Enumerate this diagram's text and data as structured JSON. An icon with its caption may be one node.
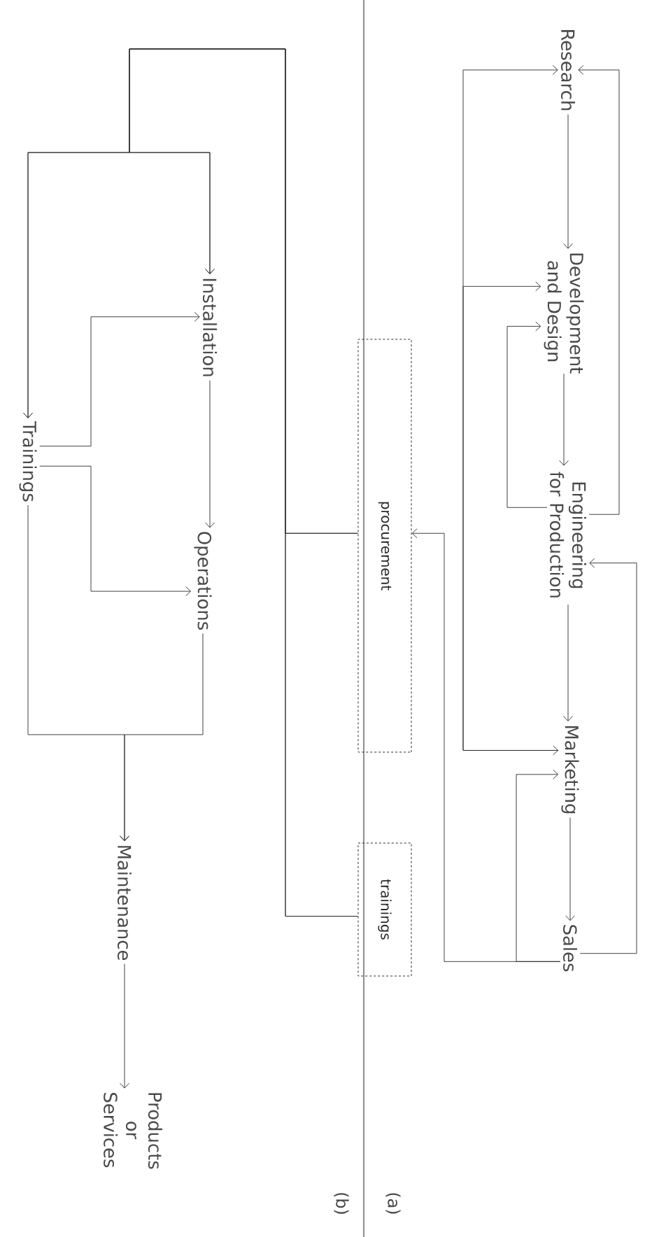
{
  "diagram": {
    "nodes": [
      {
        "text": [
          "Research"
        ]
      },
      {
        "text": [
          "Development and Design"
        ]
      },
      {
        "text": [
          "Engineering for Production"
        ]
      },
      {
        "text": [
          "Marketing"
        ]
      },
      {
        "text": [
          "Sales"
        ]
      },
      {
        "text": [
          "procurement"
        ]
      },
      {
        "text": [
          "trainings"
        ]
      },
      {
        "text": [
          "Installation"
        ]
      },
      {
        "text": [
          "Operations"
        ]
      },
      {
        "text": [
          "Trainings"
        ]
      },
      {
        "text": [
          "Maintenance"
        ]
      },
      {
        "text": [
          "Products or Services"
        ]
      }
    ],
    "edges": [
      {
        "from": 0,
        "to": 1,
        "arrow": "to"
      },
      {
        "from": 1,
        "to": 2,
        "arrow": "to"
      },
      {
        "from": 2,
        "to": 3,
        "arrow": "to"
      },
      {
        "from": 3,
        "to": 4,
        "arrow": "to"
      },
      {
        "from": 2,
        "to": 0,
        "arrow": "to"
      },
      {
        "from": 4,
        "to": 2,
        "arrow": "to"
      },
      {
        "from": 2,
        "to": 1,
        "arrow": "to"
      },
      {
        "from": 3,
        "to": 0,
        "arrow": "both"
      },
      {
        "from": 3,
        "to": 1,
        "arrow": "to"
      },
      {
        "from": 4,
        "to": 3,
        "arrow": "to"
      },
      {
        "from": 4,
        "to": 5,
        "arrow": "to"
      },
      {
        "from": 5,
        "to": 7,
        "arrow": "to"
      },
      {
        "from": 5,
        "to": 9,
        "arrow": "to"
      },
      {
        "from": 6,
        "to": 7,
        "arrow": "to"
      },
      {
        "from": 6,
        "to": 9,
        "arrow": "to"
      },
      {
        "from": 7,
        "to": 8,
        "arrow": "to"
      },
      {
        "from": 9,
        "to": 7,
        "arrow": "to"
      },
      {
        "from": 9,
        "to": 8,
        "arrow": "to"
      },
      {
        "from": 8,
        "to": 10,
        "arrow": "to"
      },
      {
        "from": 9,
        "to": 10,
        "arrow": "to"
      },
      {
        "from": 10,
        "to": 11,
        "arrow": "to"
      }
    ],
    "labels": [
      "(a)",
      "(b)"
    ]
  }
}
